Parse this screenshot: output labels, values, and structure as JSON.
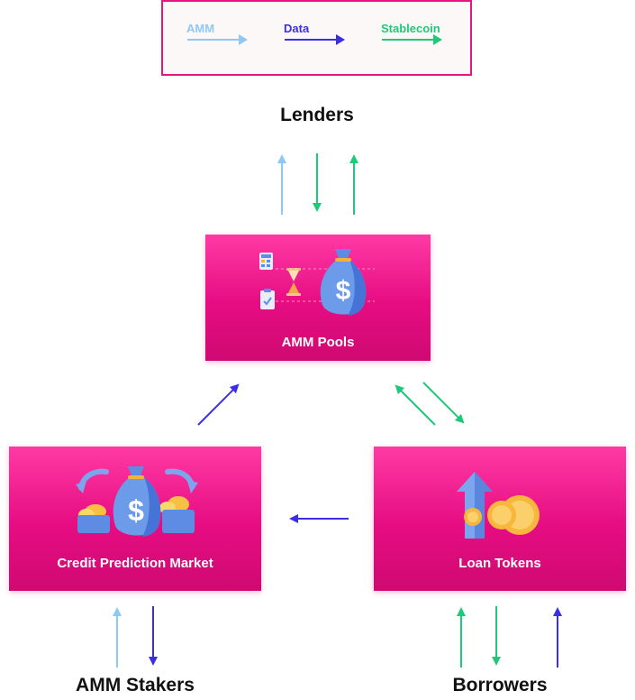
{
  "legend": {
    "amm": {
      "label": "AMM",
      "color": "#8ec8f6"
    },
    "data": {
      "label": "Data",
      "color": "#3c2ee6"
    },
    "stablecoin": {
      "label": "Stablecoin",
      "color": "#20c97a"
    }
  },
  "nodes": {
    "lenders": "Lenders",
    "amm_pools": "AMM Pools",
    "credit_prediction_market": "Credit Prediction Market",
    "loan_tokens": "Loan Tokens",
    "amm_stakers": "AMM Stakers",
    "borrowers": "Borrowers"
  },
  "colors": {
    "box_top": "#ff3aa4",
    "box_bottom": "#cf0a72",
    "legend_border": "#e8157f"
  },
  "icons": {
    "amm_pools": [
      "calculator-icon",
      "hourglass-icon",
      "clipboard-icon",
      "money-bag-icon"
    ],
    "credit_prediction_market": [
      "money-bag-icon",
      "coin-stack-icon",
      "exchange-arrows-icon"
    ],
    "loan_tokens": [
      "up-arrow-icon",
      "coins-icon"
    ]
  }
}
